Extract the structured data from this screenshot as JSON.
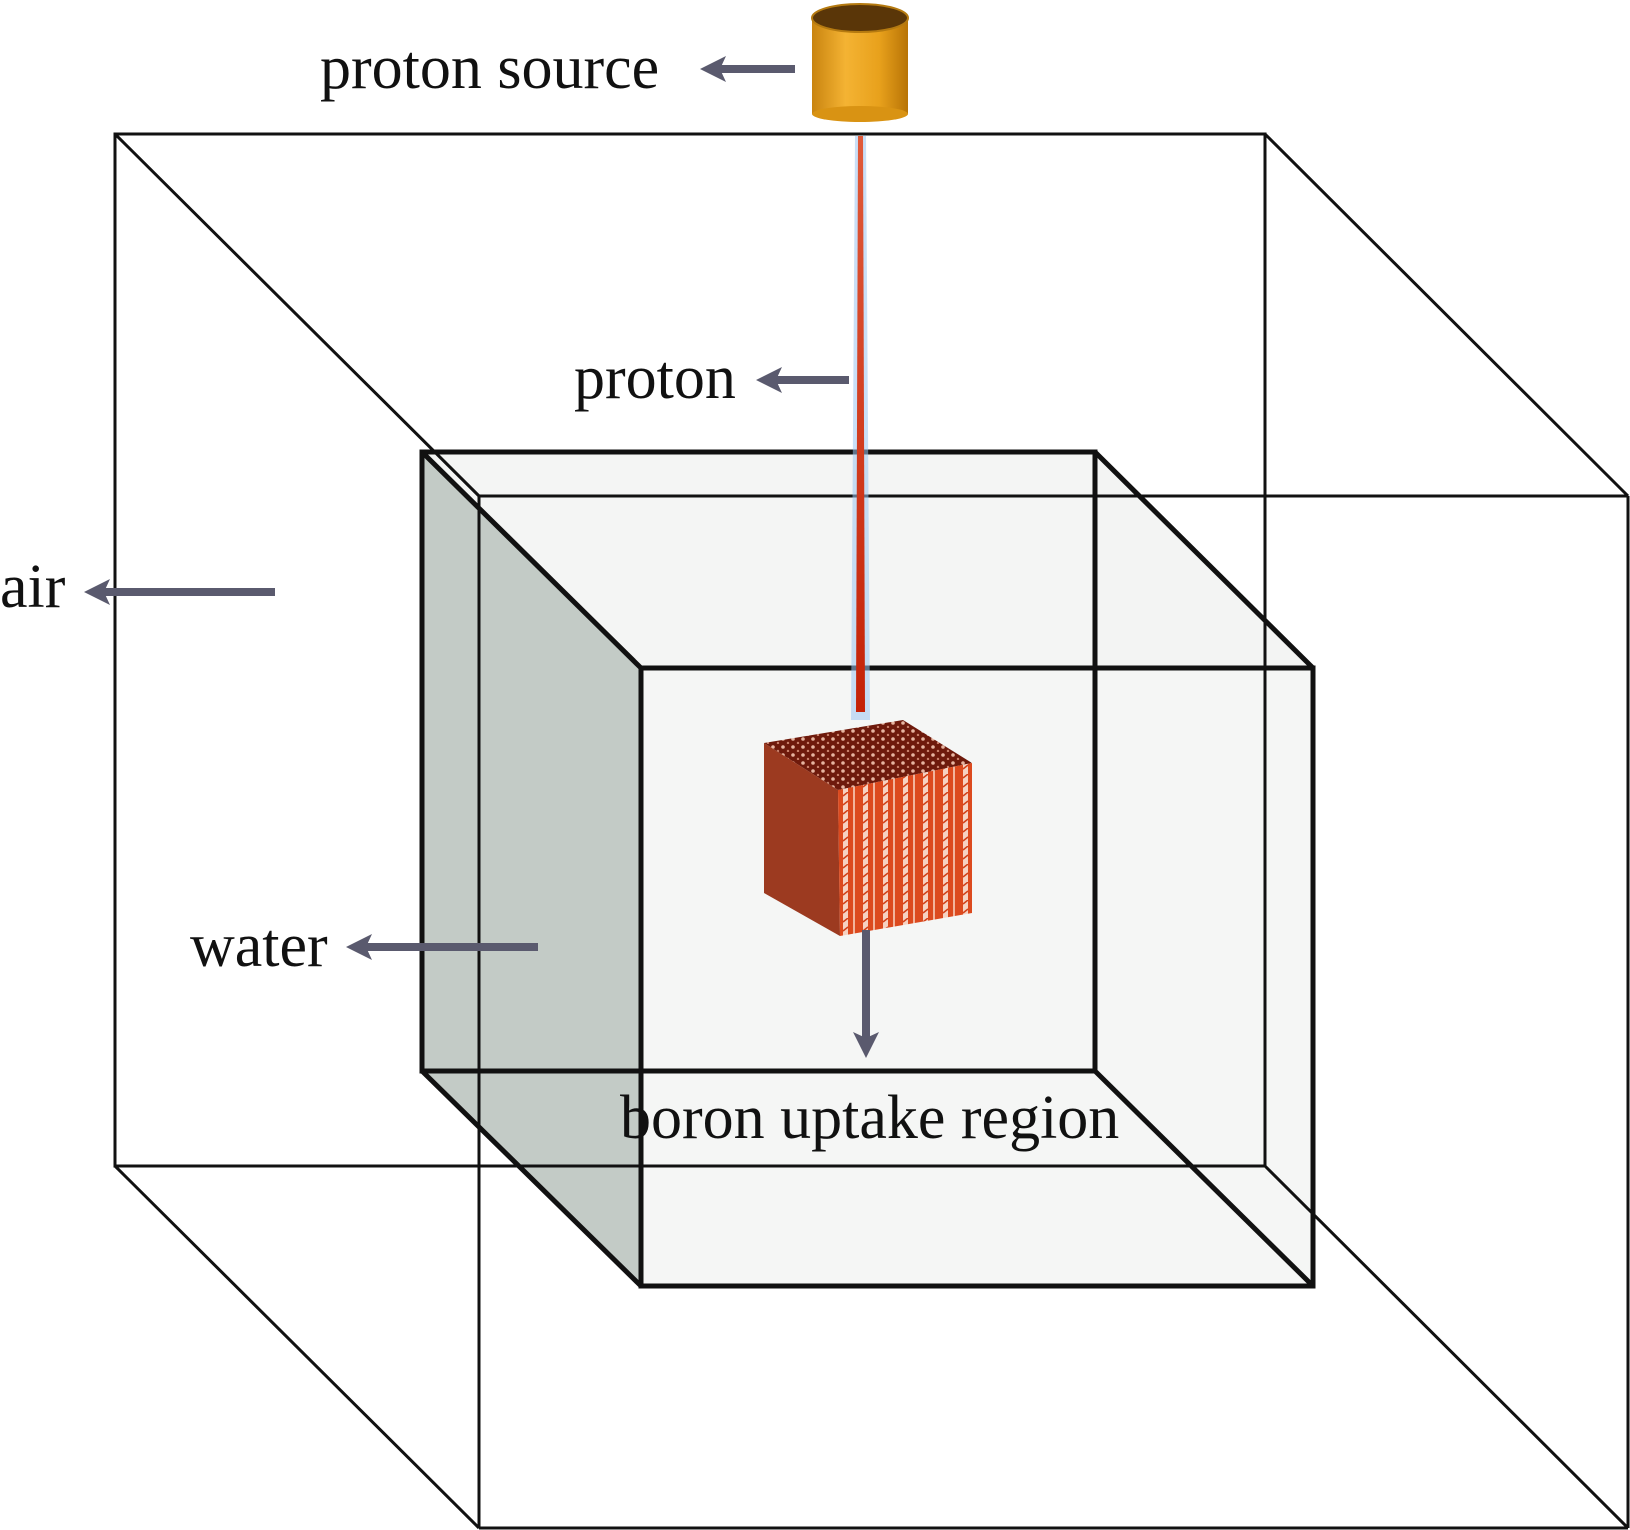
{
  "labels": {
    "proton_source": "proton source",
    "proton": "proton",
    "air": "air",
    "water": "water",
    "boron_uptake_region": "boron uptake region"
  },
  "colors": {
    "arrow": "#5a5a6e",
    "water_side_face": "#c3cbc6",
    "water_face": "#f3f4f3",
    "source_body": "#e8a11c",
    "source_top": "#5a3608",
    "beam": "#cc2a10",
    "beam_glow": "#9cc4f0",
    "cube_front": "#dc4a1e",
    "cube_side": "#9c3a20",
    "cube_top": "#7a1e0e",
    "edge": "#111111"
  },
  "icons": {
    "source": "cylinder-icon",
    "target": "cube-icon"
  }
}
